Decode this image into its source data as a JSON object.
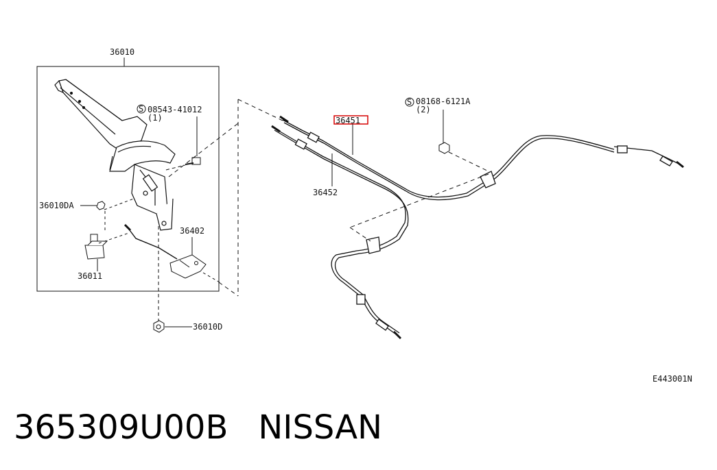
{
  "diagram": {
    "labels": {
      "lever_assembly": "36010",
      "screw_1": "08543-41012",
      "screw_1_qty": "(1)",
      "bolt_2": "08168-6121A",
      "bolt_2_qty": "(2)",
      "cable_front_highlighted": "36451",
      "cable_rear": "36452",
      "nut_da": "36010DA",
      "switch": "36011",
      "bracket": "36402",
      "nut_d": "36010D",
      "diagram_code": "E443001N"
    },
    "screw_symbol": "S",
    "highlight_color": "#d60000"
  },
  "footer": {
    "part_number": "365309U00B",
    "brand": "NISSAN"
  }
}
